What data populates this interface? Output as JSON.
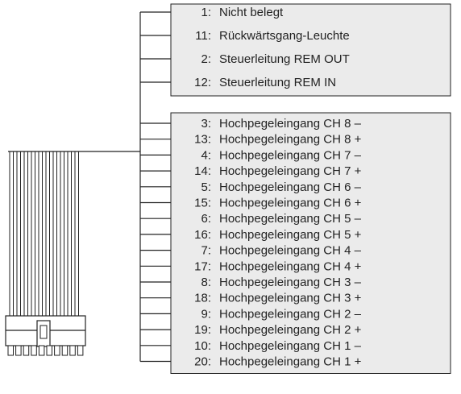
{
  "colors": {
    "box_fill": "#ebebeb",
    "line": "#222222",
    "text": "#222222"
  },
  "group1": [
    {
      "num": "1:",
      "label": "Nicht belegt"
    },
    {
      "num": "11:",
      "label": "Rückwärtsgang-Leuchte"
    },
    {
      "num": "2:",
      "label": "Steuerleitung REM OUT"
    },
    {
      "num": "12:",
      "label": "Steuerleitung REM IN"
    }
  ],
  "group2": [
    {
      "num": "3:",
      "label": "Hochpegeleingang CH 8 –"
    },
    {
      "num": "13:",
      "label": "Hochpegeleingang CH 8 +"
    },
    {
      "num": "4:",
      "label": "Hochpegeleingang CH 7 –"
    },
    {
      "num": "14:",
      "label": "Hochpegeleingang CH 7 +"
    },
    {
      "num": "5:",
      "label": "Hochpegeleingang CH 6 –"
    },
    {
      "num": "15:",
      "label": "Hochpegeleingang CH 6 +"
    },
    {
      "num": "6:",
      "label": "Hochpegeleingang CH 5 –"
    },
    {
      "num": "16:",
      "label": "Hochpegeleingang CH 5 +"
    },
    {
      "num": "7:",
      "label": "Hochpegeleingang CH 4 –"
    },
    {
      "num": "17:",
      "label": "Hochpegeleingang CH 4 +"
    },
    {
      "num": "8:",
      "label": "Hochpegeleingang CH 3 –"
    },
    {
      "num": "18:",
      "label": "Hochpegeleingang CH 3 +"
    },
    {
      "num": "9:",
      "label": "Hochpegeleingang CH 2 –"
    },
    {
      "num": "19:",
      "label": "Hochpegeleingang CH 2 +"
    },
    {
      "num": "10:",
      "label": "Hochpegeleingang CH 1 –"
    },
    {
      "num": "20:",
      "label": "Hochpegeleingang CH 1 +"
    }
  ]
}
